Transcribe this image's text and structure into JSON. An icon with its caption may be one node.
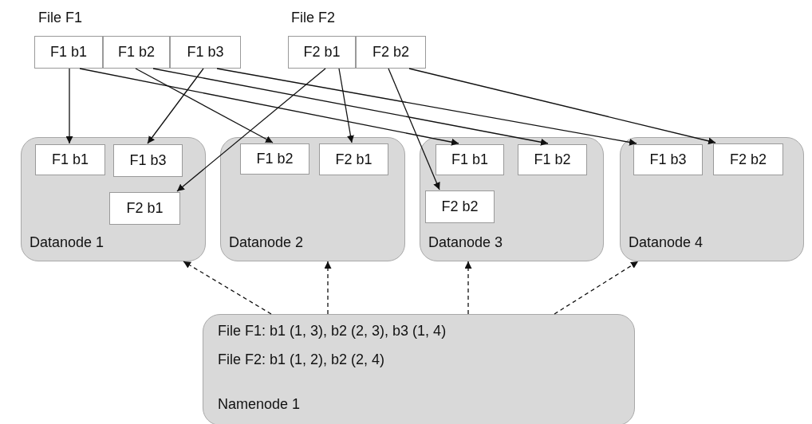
{
  "diagram": {
    "nodes": [
      {
        "text": [
          "F1 b1"
        ]
      },
      {
        "text": [
          "F1 b2"
        ]
      },
      {
        "text": [
          "F1 b3"
        ]
      },
      {
        "text": [
          "F2 b1"
        ]
      },
      {
        "text": [
          "F2 b2"
        ]
      },
      {
        "text": [
          "Datanode 1"
        ]
      },
      {
        "text": [
          "F1 b1"
        ],
        "in": 5
      },
      {
        "text": [
          "F1 b3"
        ],
        "in": 5
      },
      {
        "text": [
          "F2 b1"
        ],
        "in": 5
      },
      {
        "text": [
          "Datanode 2"
        ]
      },
      {
        "text": [
          "F1 b2"
        ],
        "in": 9
      },
      {
        "text": [
          "F2 b1"
        ],
        "in": 9
      },
      {
        "text": [
          "Datanode 3"
        ]
      },
      {
        "text": [
          "F1 b1"
        ],
        "in": 12
      },
      {
        "text": [
          "F1 b2"
        ],
        "in": 12
      },
      {
        "text": [
          "F2 b2"
        ],
        "in": 12
      },
      {
        "text": [
          "Datanode 4"
        ]
      },
      {
        "text": [
          "F1 b3"
        ],
        "in": 16
      },
      {
        "text": [
          "F2 b2"
        ],
        "in": 16
      },
      {
        "text": [
          "File F1: b1 (1, 3), b2 (2, 3), b3 (1, 4)",
          "File F2: b1 (1, 2), b2 (2, 4)",
          "Namenode 1"
        ]
      }
    ],
    "edges": [
      {
        "from": 0,
        "to": 6,
        "arrow": "to"
      },
      {
        "from": 0,
        "to": 13,
        "arrow": "to"
      },
      {
        "from": 1,
        "to": 10,
        "arrow": "to"
      },
      {
        "from": 1,
        "to": 14,
        "arrow": "to"
      },
      {
        "from": 2,
        "to": 7,
        "arrow": "to"
      },
      {
        "from": 2,
        "to": 17,
        "arrow": "to"
      },
      {
        "from": 3,
        "to": 8,
        "arrow": "to"
      },
      {
        "from": 3,
        "to": 11,
        "arrow": "to"
      },
      {
        "from": 4,
        "to": 15,
        "arrow": "to"
      },
      {
        "from": 4,
        "to": 18,
        "arrow": "to"
      },
      {
        "from": 19,
        "to": 5,
        "arrow": "to",
        "style": "dashed"
      },
      {
        "from": 19,
        "to": 9,
        "arrow": "to",
        "style": "dashed"
      },
      {
        "from": 19,
        "to": 12,
        "arrow": "to",
        "style": "dashed"
      },
      {
        "from": 19,
        "to": 16,
        "arrow": "to",
        "style": "dashed"
      }
    ],
    "labels": [
      "File F1",
      "File F2"
    ]
  }
}
